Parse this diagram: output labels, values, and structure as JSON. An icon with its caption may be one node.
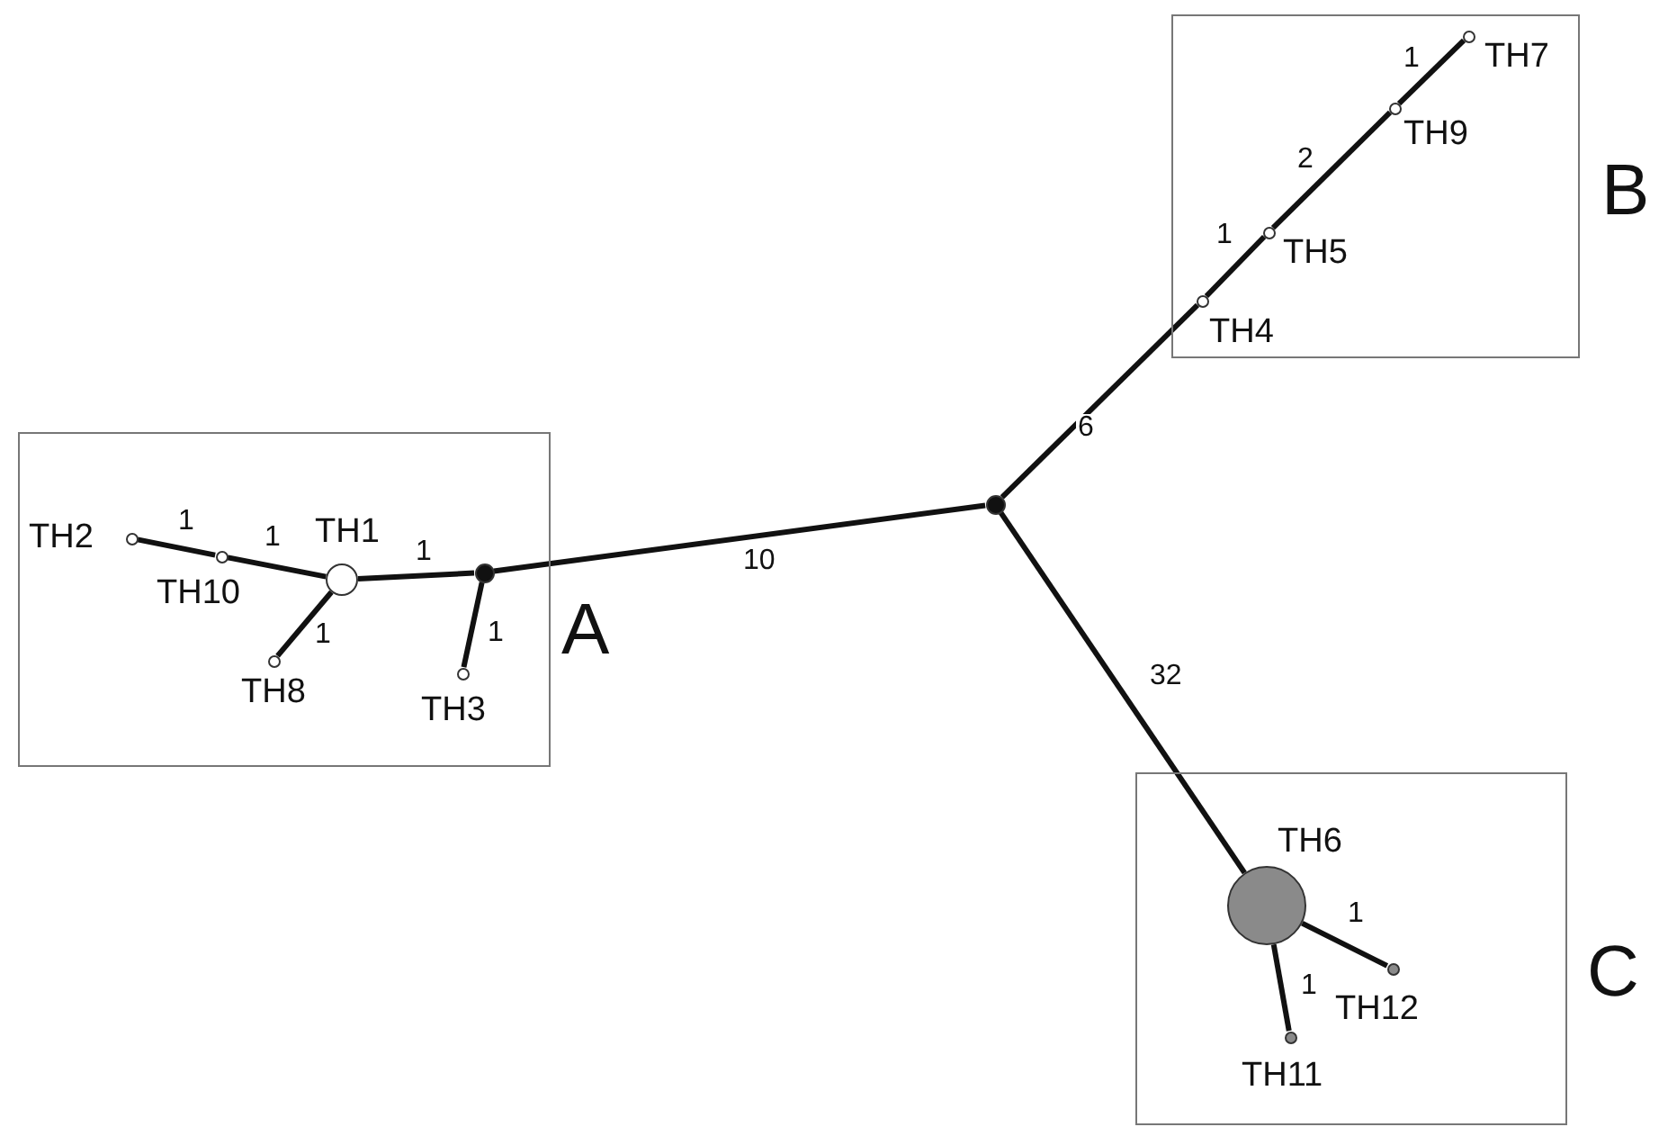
{
  "diagram": {
    "nodes": [
      {
        "text": [
          "A"
        ]
      },
      {
        "text": [],
        "shape": "circle",
        "beside": [
          "TH2"
        ],
        "in": 0
      },
      {
        "text": [],
        "shape": "circle",
        "beside": [
          "TH10"
        ],
        "in": 0
      },
      {
        "text": [],
        "shape": "circle",
        "beside": [
          "TH1"
        ],
        "in": 0
      },
      {
        "text": [],
        "shape": "circle",
        "beside": [
          "TH8"
        ],
        "in": 0
      },
      {
        "text": [],
        "shape": "circle",
        "in": 0
      },
      {
        "text": [],
        "shape": "circle",
        "beside": [
          "TH3"
        ],
        "in": 0
      },
      {
        "text": [],
        "shape": "circle"
      },
      {
        "text": [
          "B"
        ]
      },
      {
        "text": [],
        "shape": "circle",
        "beside": [
          "TH4"
        ],
        "in": 8
      },
      {
        "text": [],
        "shape": "circle",
        "beside": [
          "TH5"
        ],
        "in": 8
      },
      {
        "text": [],
        "shape": "circle",
        "beside": [
          "TH9"
        ],
        "in": 8
      },
      {
        "text": [],
        "shape": "circle",
        "beside": [
          "TH7"
        ],
        "in": 8
      },
      {
        "text": [
          "C"
        ]
      },
      {
        "text": [],
        "shape": "circle",
        "beside": [
          "TH6"
        ],
        "in": 13
      },
      {
        "text": [],
        "shape": "circle",
        "beside": [
          "TH12"
        ],
        "in": 13
      },
      {
        "text": [],
        "shape": "circle",
        "beside": [
          "TH11"
        ],
        "in": 13
      }
    ],
    "edges": [
      {
        "from": 1,
        "to": 2,
        "arrow": "none",
        "label": "1"
      },
      {
        "from": 2,
        "to": 3,
        "arrow": "none",
        "label": "1"
      },
      {
        "from": 3,
        "to": 4,
        "arrow": "none",
        "label": "1"
      },
      {
        "from": 3,
        "to": 5,
        "arrow": "none",
        "label": "1"
      },
      {
        "from": 5,
        "to": 6,
        "arrow": "none",
        "label": "1"
      },
      {
        "from": 5,
        "to": 7,
        "arrow": "none",
        "label": "10"
      },
      {
        "from": 7,
        "to": 9,
        "arrow": "none",
        "label": "6"
      },
      {
        "from": 9,
        "to": 10,
        "arrow": "none",
        "label": "1"
      },
      {
        "from": 10,
        "to": 11,
        "arrow": "none",
        "label": "2"
      },
      {
        "from": 11,
        "to": 12,
        "arrow": "none",
        "label": "1"
      },
      {
        "from": 7,
        "to": 14,
        "arrow": "none",
        "label": "32"
      },
      {
        "from": 14,
        "to": 15,
        "arrow": "none",
        "label": "1"
      },
      {
        "from": 14,
        "to": 16,
        "arrow": "none",
        "label": "1"
      }
    ]
  }
}
